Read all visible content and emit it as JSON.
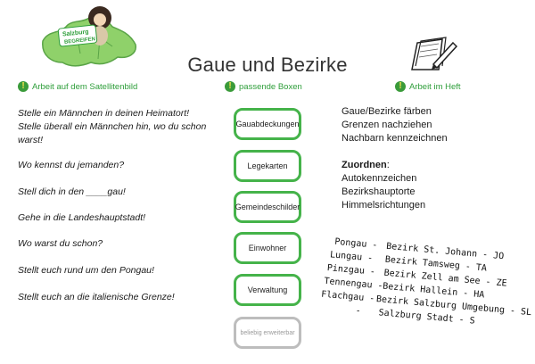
{
  "logo_text": [
    "Salzburg",
    "BEGREIFEN"
  ],
  "title": "Gaue und Bezirke",
  "sections": {
    "left": "Arbeit auf dem Satellitenbild",
    "middle": "passende Boxen",
    "right": "Arbeit im Heft",
    "mark": "!"
  },
  "questions": [
    "Stelle ein Männchen in deinen Heimatort!",
    "Stelle überall ein Männchen hin, wo du schon warst!",
    "Wo kennst du jemanden?",
    "Stell dich in den ____gau!",
    "Gehe in die Landeshauptstadt!",
    "Wo warst du schon?",
    "Stellt euch rund um den Pongau!",
    "Stellt euch an die italienische Grenze!"
  ],
  "boxes": [
    "Gauabdeckungen",
    "Legekarten",
    "Gemeindeschilder",
    "Einwohner",
    "Verwaltung",
    "beliebig erweiterbar"
  ],
  "tasks": [
    "Gaue/Bezirke färben",
    "Grenzen nachziehen",
    "Nachbarn kennzeichnen"
  ],
  "zuordnen": {
    "heading": "Zuordnen",
    "colon": ":",
    "items": [
      "Autokennzeichen",
      "Bezirkshauptorte",
      "Himmelsrichtungen"
    ]
  },
  "handwritten": {
    "gaue": [
      "Pongau -",
      "Lungau -",
      "Pinzgau -",
      "Tennengau -",
      "Flachgau -",
      "-"
    ],
    "bezirke": [
      "Bezirk St. Johann - JO",
      "Bezirk Tamsweg - TA",
      "Bezirk Zell am See - ZE",
      "Bezirk Hallein - HA",
      "Bezirk Salzburg Umgebung - SL",
      "Salzburg Stadt - S"
    ]
  },
  "colors": {
    "accent_green": "#45b34a",
    "section_green": "#2e9e3a",
    "box_grey": "#bdbdbd"
  }
}
